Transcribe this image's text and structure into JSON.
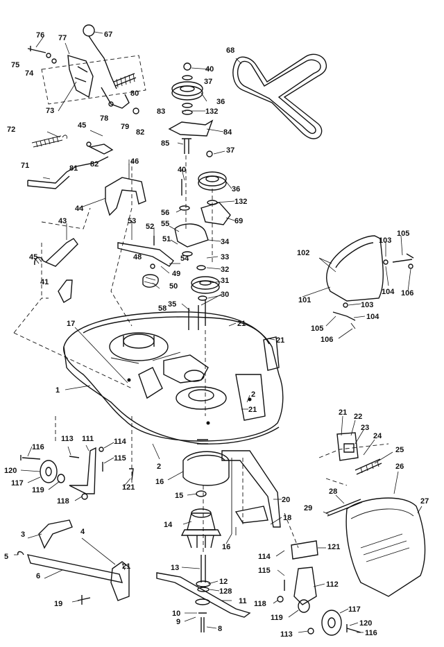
{
  "labels": [
    {
      "id": "76",
      "text": "76"
    },
    {
      "id": "77",
      "text": "77"
    },
    {
      "id": "67",
      "text": "67"
    },
    {
      "id": "75",
      "text": "75"
    },
    {
      "id": "74",
      "text": "74"
    },
    {
      "id": "80",
      "text": "80"
    },
    {
      "id": "73",
      "text": "73"
    },
    {
      "id": "78",
      "text": "78"
    },
    {
      "id": "79",
      "text": "79"
    },
    {
      "id": "82a",
      "text": "82"
    },
    {
      "id": "72",
      "text": "72"
    },
    {
      "id": "45a",
      "text": "45"
    },
    {
      "id": "81",
      "text": "81"
    },
    {
      "id": "82b",
      "text": "82"
    },
    {
      "id": "46",
      "text": "46"
    },
    {
      "id": "71",
      "text": "71"
    },
    {
      "id": "44",
      "text": "44"
    },
    {
      "id": "43",
      "text": "43"
    },
    {
      "id": "45b",
      "text": "45"
    },
    {
      "id": "41",
      "text": "41"
    },
    {
      "id": "17",
      "text": "17"
    },
    {
      "id": "1",
      "text": "1"
    },
    {
      "id": "68",
      "text": "68"
    },
    {
      "id": "40a",
      "text": "40"
    },
    {
      "id": "37a",
      "text": "37"
    },
    {
      "id": "36a",
      "text": "36"
    },
    {
      "id": "83",
      "text": "83"
    },
    {
      "id": "132a",
      "text": "132"
    },
    {
      "id": "84",
      "text": "84"
    },
    {
      "id": "85",
      "text": "85"
    },
    {
      "id": "37b",
      "text": "37"
    },
    {
      "id": "40b",
      "text": "40"
    },
    {
      "id": "36b",
      "text": "36"
    },
    {
      "id": "56",
      "text": "56"
    },
    {
      "id": "132b",
      "text": "132"
    },
    {
      "id": "69",
      "text": "69"
    },
    {
      "id": "53",
      "text": "53"
    },
    {
      "id": "52",
      "text": "52"
    },
    {
      "id": "55",
      "text": "55"
    },
    {
      "id": "51",
      "text": "51"
    },
    {
      "id": "34",
      "text": "34"
    },
    {
      "id": "48",
      "text": "48"
    },
    {
      "id": "54",
      "text": "54"
    },
    {
      "id": "33",
      "text": "33"
    },
    {
      "id": "49",
      "text": "49"
    },
    {
      "id": "32",
      "text": "32"
    },
    {
      "id": "50",
      "text": "50"
    },
    {
      "id": "31",
      "text": "31"
    },
    {
      "id": "58",
      "text": "58"
    },
    {
      "id": "35",
      "text": "35"
    },
    {
      "id": "30",
      "text": "30"
    },
    {
      "id": "21a",
      "text": "21"
    },
    {
      "id": "21b",
      "text": "21"
    },
    {
      "id": "2a",
      "text": "2"
    },
    {
      "id": "21c",
      "text": "21"
    },
    {
      "id": "102",
      "text": "102"
    },
    {
      "id": "103a",
      "text": "103"
    },
    {
      "id": "105a",
      "text": "105"
    },
    {
      "id": "101",
      "text": "101"
    },
    {
      "id": "104a",
      "text": "104"
    },
    {
      "id": "106a",
      "text": "106"
    },
    {
      "id": "103b",
      "text": "103"
    },
    {
      "id": "105b",
      "text": "105"
    },
    {
      "id": "104b",
      "text": "104"
    },
    {
      "id": "106b",
      "text": "106"
    },
    {
      "id": "116a",
      "text": "116"
    },
    {
      "id": "113a",
      "text": "113"
    },
    {
      "id": "111",
      "text": "111"
    },
    {
      "id": "114a",
      "text": "114"
    },
    {
      "id": "115a",
      "text": "115"
    },
    {
      "id": "120a",
      "text": "120"
    },
    {
      "id": "117a",
      "text": "117"
    },
    {
      "id": "119a",
      "text": "119"
    },
    {
      "id": "121a",
      "text": "121"
    },
    {
      "id": "118a",
      "text": "118"
    },
    {
      "id": "2b",
      "text": "2"
    },
    {
      "id": "16a",
      "text": "16"
    },
    {
      "id": "15",
      "text": "15"
    },
    {
      "id": "14",
      "text": "14"
    },
    {
      "id": "16b",
      "text": "16"
    },
    {
      "id": "20",
      "text": "20"
    },
    {
      "id": "18",
      "text": "18"
    },
    {
      "id": "21d",
      "text": "21"
    },
    {
      "id": "22",
      "text": "22"
    },
    {
      "id": "23",
      "text": "23"
    },
    {
      "id": "24",
      "text": "24"
    },
    {
      "id": "25",
      "text": "25"
    },
    {
      "id": "26",
      "text": "26"
    },
    {
      "id": "27",
      "text": "27"
    },
    {
      "id": "28",
      "text": "28"
    },
    {
      "id": "29",
      "text": "29"
    },
    {
      "id": "3",
      "text": "3"
    },
    {
      "id": "4",
      "text": "4"
    },
    {
      "id": "5",
      "text": "5"
    },
    {
      "id": "6",
      "text": "6"
    },
    {
      "id": "21e",
      "text": "21"
    },
    {
      "id": "19",
      "text": "19"
    },
    {
      "id": "13",
      "text": "13"
    },
    {
      "id": "12",
      "text": "12"
    },
    {
      "id": "128",
      "text": "128"
    },
    {
      "id": "11",
      "text": "11"
    },
    {
      "id": "10",
      "text": "10"
    },
    {
      "id": "9",
      "text": "9"
    },
    {
      "id": "8",
      "text": "8"
    },
    {
      "id": "114b",
      "text": "114"
    },
    {
      "id": "121b",
      "text": "121"
    },
    {
      "id": "115b",
      "text": "115"
    },
    {
      "id": "112",
      "text": "112"
    },
    {
      "id": "118b",
      "text": "118"
    },
    {
      "id": "117b",
      "text": "117"
    },
    {
      "id": "119b",
      "text": "119"
    },
    {
      "id": "120b",
      "text": "120"
    },
    {
      "id": "113b",
      "text": "113"
    },
    {
      "id": "116b",
      "text": "116"
    }
  ]
}
